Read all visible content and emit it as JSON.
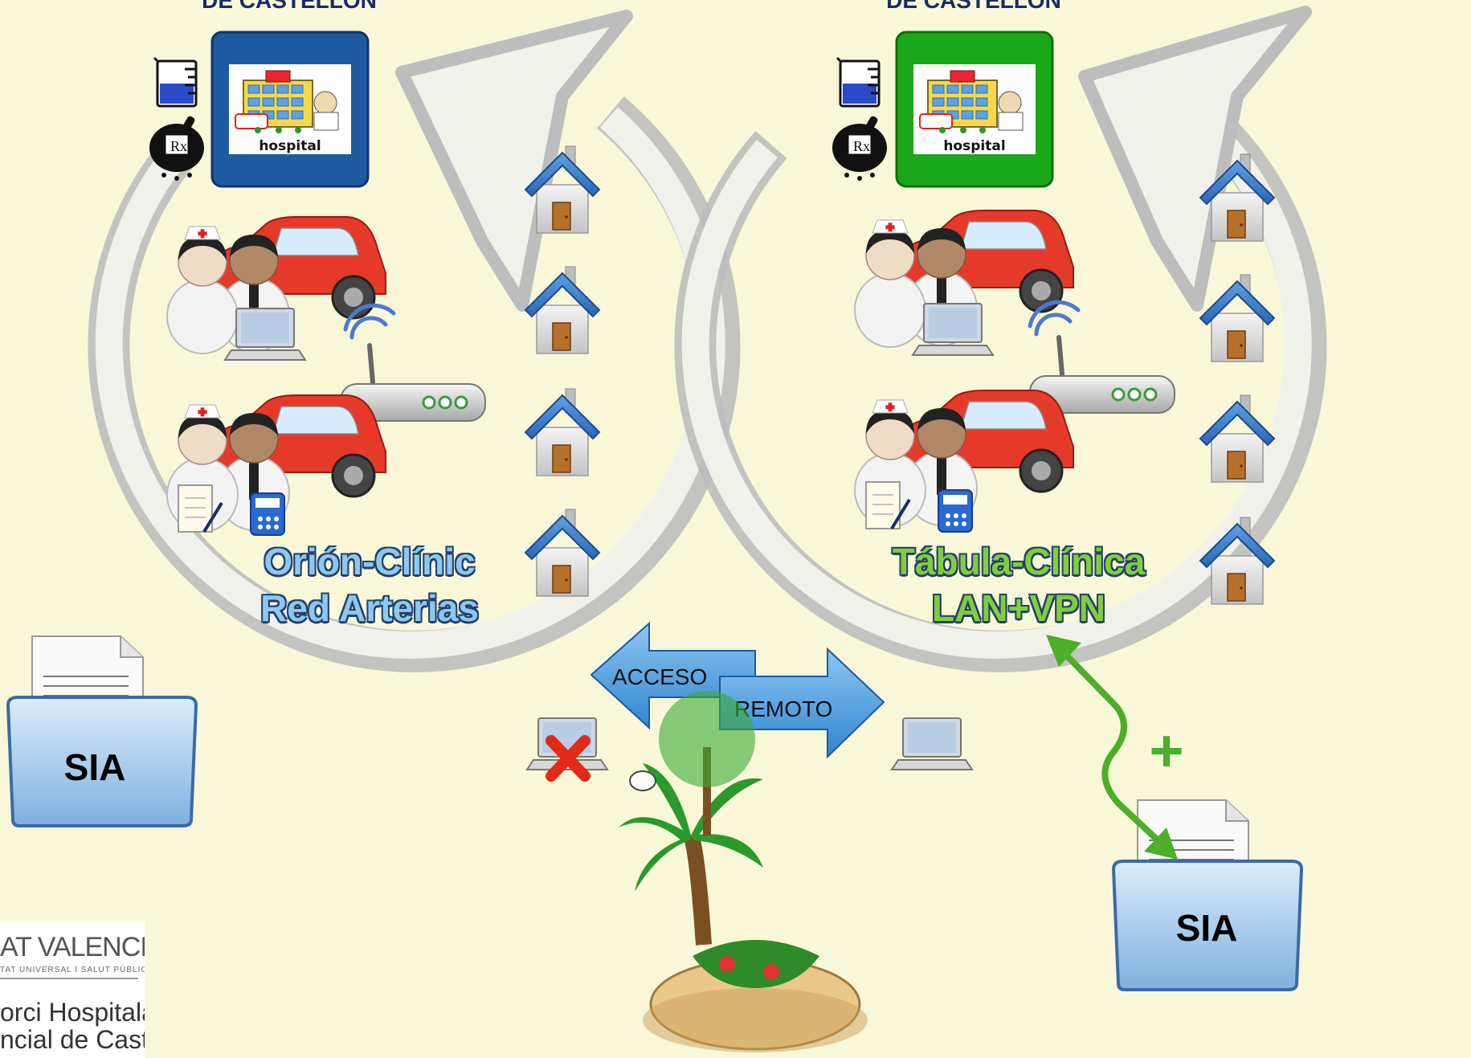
{
  "left": {
    "region_label": "DE CASTELLÓN",
    "hospital_label": "hospital",
    "system_line1": "Orión-Clínic",
    "system_line2": "Red Arterias",
    "sia_label": "SIA",
    "hospital_color": "#1f5aa0"
  },
  "right": {
    "region_label": "DE CASTELLÓN",
    "hospital_label": "hospital",
    "system_line1": "Tábula-Clínica",
    "system_line2": "LAN+VPN",
    "sia_label": "SIA",
    "hospital_color": "#1aa81a",
    "plus_sign": "+"
  },
  "remote": {
    "left_arrow_label": "ACCESO",
    "right_arrow_label": "REMOTO",
    "arrow_color": "#2f86d0"
  },
  "logo": {
    "line1": "AT VALENCIANA",
    "line2": "TAT UNIVERSAL I SALUT PÚBLICA",
    "line3": "orci Hospitalari",
    "line4": "ncial de Castelló"
  },
  "icons": [
    "circular-arrow-icon",
    "hospital-icon",
    "beaker-icon",
    "mortar-pestle-icon",
    "house-icon",
    "nurse-doctor-icon",
    "car-icon",
    "laptop-icon",
    "router-icon",
    "wifi-signal-icon",
    "document-icon",
    "folder-icon",
    "red-x-icon",
    "palm-island-icon",
    "double-arrow-icon"
  ]
}
